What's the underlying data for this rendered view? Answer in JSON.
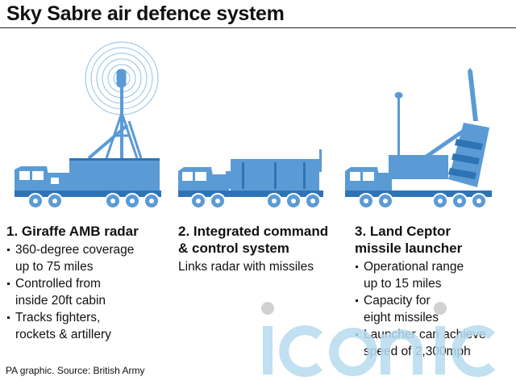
{
  "title": "Sky Sabre air defence system",
  "columns": [
    {
      "heading_lines": [
        "1. Giraffe AMB radar"
      ],
      "bullets": [
        [
          "360-degree coverage",
          "up to 75 miles"
        ],
        [
          "Controlled from",
          "inside 20ft cabin"
        ],
        [
          "Tracks fighters,",
          "rockets & artillery"
        ]
      ]
    },
    {
      "heading_lines": [
        "2. Integrated command",
        "& control system"
      ],
      "text": "Links radar with missiles"
    },
    {
      "heading_lines": [
        "3. Land Ceptor",
        "missile launcher"
      ],
      "bullets": [
        [
          "Operational range",
          "up to 15 miles"
        ],
        [
          "Capacity for",
          "eight missiles"
        ],
        [
          "Launcher can achieve",
          "speed of 2,300mph"
        ]
      ]
    }
  ],
  "footer": "PA graphic. Source: British Army",
  "watermark": "iconic",
  "colors": {
    "vehicle_fill": "#5b9bd5",
    "vehicle_dark": "#2e74b5",
    "text": "#111111",
    "watermark": "#b7dbf0"
  }
}
